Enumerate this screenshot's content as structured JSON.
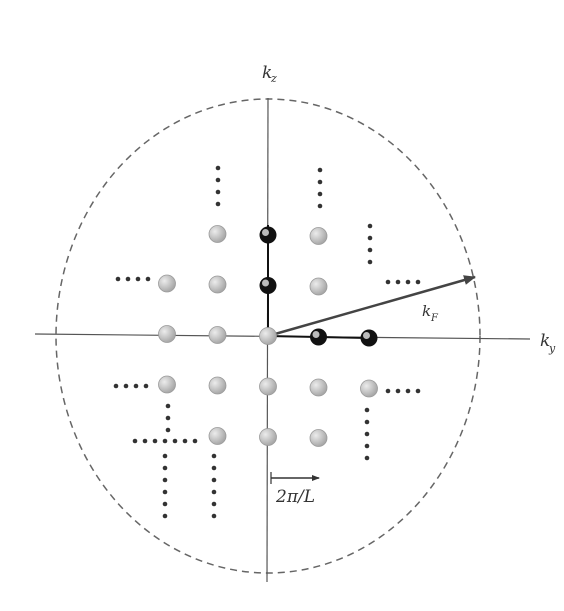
{
  "labels": {
    "kz": "k",
    "kz_sub": "z",
    "ky": "k",
    "ky_sub": "y",
    "kF": "k",
    "kF_sub": "F",
    "spacing": "2π/L"
  },
  "colors": {
    "axis": "#555555",
    "circle": "#666666",
    "gray_dot": "#bdbdbd",
    "dark_dot": "#111111",
    "arrow": "#444444",
    "small_dot": "#333333"
  },
  "lattice": {
    "gray_points": [
      [
        -2,
        0
      ],
      [
        -1,
        0
      ],
      [
        0,
        0
      ],
      [
        -1,
        1
      ],
      [
        1,
        1
      ],
      [
        -2,
        1
      ],
      [
        -1,
        2
      ],
      [
        1,
        2
      ],
      [
        -2,
        -1
      ],
      [
        -1,
        -1
      ],
      [
        0,
        -1
      ],
      [
        1,
        -1
      ],
      [
        2,
        -1
      ],
      [
        -1,
        -2
      ],
      [
        0,
        -2
      ],
      [
        1,
        -2
      ]
    ],
    "dark_points": [
      [
        0,
        1
      ],
      [
        0,
        2
      ],
      [
        1,
        0
      ],
      [
        2,
        0
      ]
    ]
  }
}
